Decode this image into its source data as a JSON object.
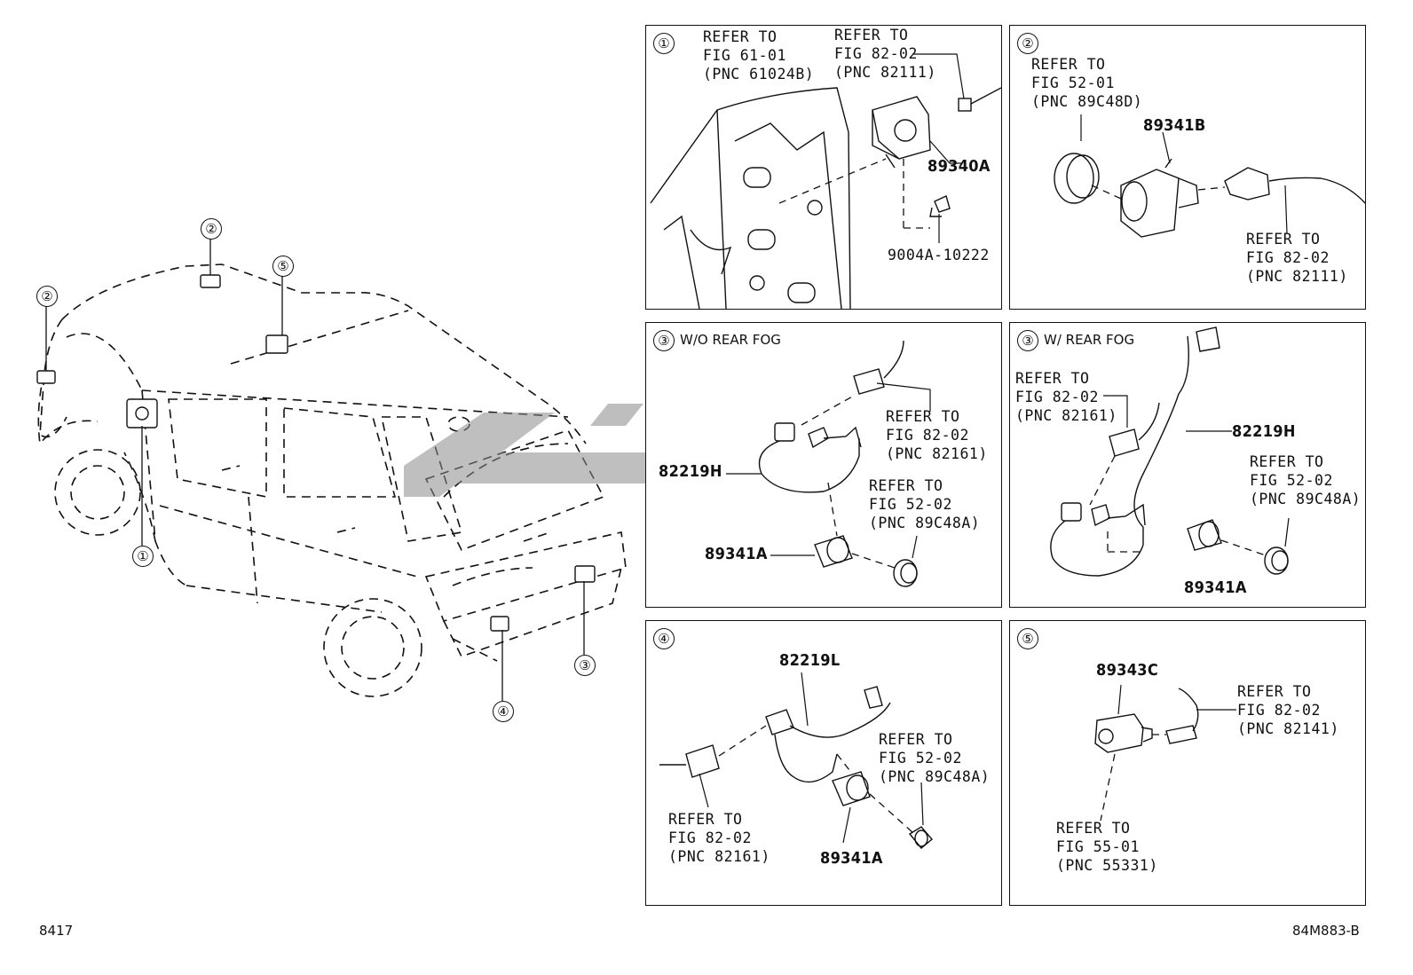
{
  "corner_left": "8417",
  "corner_right": "84M883-B",
  "car_callouts": [
    "②",
    "⑤",
    "②",
    "①",
    "④",
    "③"
  ],
  "panels": {
    "p1": {
      "num": "①",
      "refer_a": "REFER TO\nFIG 61-01\n(PNC 61024B)",
      "refer_b": "REFER TO\nFIG 82-02\n(PNC 82111)",
      "part_a": "89340A",
      "part_b": "9004A-10222"
    },
    "p2": {
      "num": "②",
      "refer_a": "REFER TO\nFIG 52-01\n(PNC 89C48D)",
      "part_a": "89341B",
      "refer_b": "REFER TO\nFIG 82-02\n(PNC 82111)"
    },
    "p3a": {
      "num": "③",
      "header": "W/O REAR FOG",
      "refer_a": "REFER TO\nFIG 82-02\n(PNC 82161)",
      "part_a": "82219H",
      "refer_b": "REFER TO\nFIG 52-02\n(PNC 89C48A)",
      "part_b": "89341A"
    },
    "p3b": {
      "num": "③",
      "header": "W/ REAR FOG",
      "refer_a": "REFER TO\nFIG 82-02\n(PNC 82161)",
      "part_a": "82219H",
      "refer_b": "REFER TO\nFIG 52-02\n(PNC 89C48A)",
      "part_b": "89341A"
    },
    "p4": {
      "num": "④",
      "part_a": "82219L",
      "refer_a": "REFER TO\nFIG 52-02\n(PNC 89C48A)",
      "refer_b": "REFER TO\nFIG 82-02\n(PNC 82161)",
      "part_b": "89341A"
    },
    "p5": {
      "num": "⑤",
      "part_a": "89343C",
      "refer_a": "REFER TO\nFIG 82-02\n(PNC 82141)",
      "refer_b": "REFER TO\nFIG 55-01\n(PNC 55331)"
    }
  }
}
